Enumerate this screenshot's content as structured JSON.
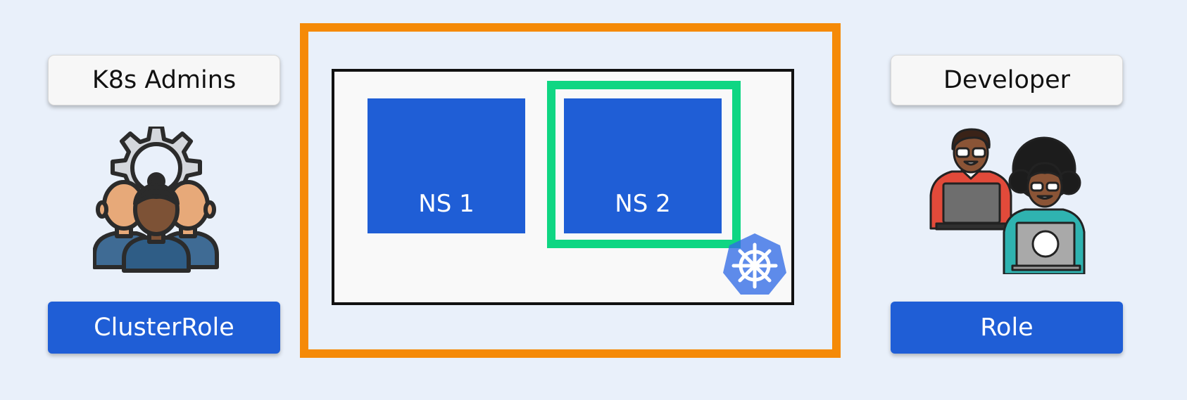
{
  "left": {
    "title": "K8s Admins",
    "icon": "admin-group-gear-icon",
    "role": "ClusterRole"
  },
  "right": {
    "title": "Developer",
    "icon": "developers-laptops-icon",
    "role": "Role"
  },
  "cluster": {
    "icon": "kubernetes-icon",
    "namespaces": [
      "NS 1",
      "NS 2"
    ],
    "highlighted_namespace": "NS 2"
  },
  "colors": {
    "background": "#e9f0fa",
    "cluster_border": "#f58a07",
    "highlight_border": "#0fd683",
    "namespace_fill": "#1f5ed6",
    "role_fill": "#1f5ed6"
  }
}
